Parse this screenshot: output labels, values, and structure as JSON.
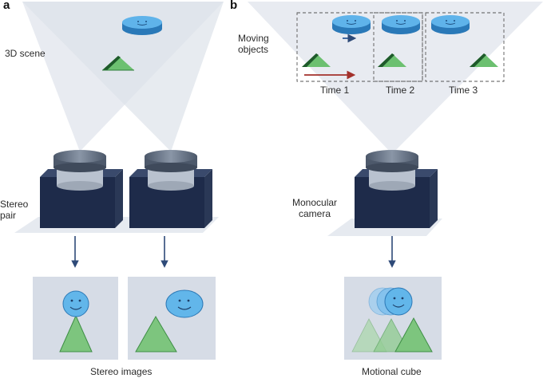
{
  "panels": {
    "a": {
      "letter": "a",
      "scene_label": "3D scene",
      "camera_label": "Stereo\npair",
      "output_label": "Stereo images"
    },
    "b": {
      "letter": "b",
      "scene_label": "Moving\nobjects",
      "camera_label": "Monocular\ncamera",
      "time_labels": [
        "Time 1",
        "Time 2",
        "Time 3"
      ],
      "output_label": "Motional cube"
    }
  },
  "colors": {
    "frustum": "#e4e8ef",
    "camera_body": "#1e2b4a",
    "lens_top": "#5d6b7e",
    "lens_ring": "#b9c2cf",
    "disc": "#3d9ad8",
    "triangle": "#5db662",
    "image_bg": "#d6dce6",
    "arrow_motion_red": "#a3312b",
    "arrow_motion_blue": "#2f5c9a"
  }
}
